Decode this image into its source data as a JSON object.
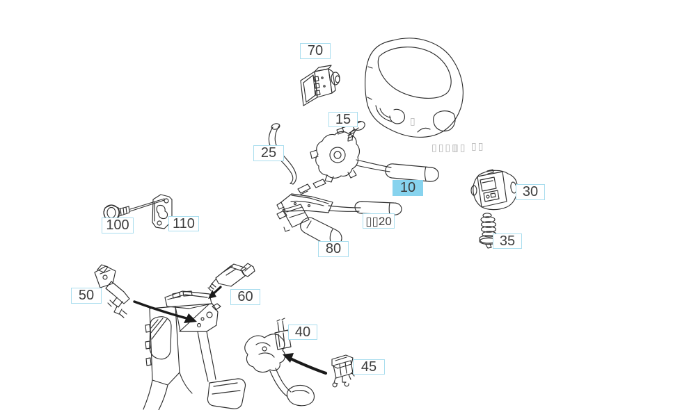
{
  "callouts": [
    {
      "id": "70",
      "label": "70",
      "highlighted": false
    },
    {
      "id": "15",
      "label": "15",
      "highlighted": false
    },
    {
      "id": "25",
      "label": "25",
      "highlighted": false
    },
    {
      "id": "10",
      "label": "10",
      "highlighted": true
    },
    {
      "id": "30",
      "label": "30",
      "highlighted": false
    },
    {
      "id": "35",
      "label": "35",
      "highlighted": false
    },
    {
      "id": "100",
      "label": "100",
      "highlighted": false
    },
    {
      "id": "110",
      "label": "110",
      "highlighted": false
    },
    {
      "id": "20",
      "label": "▯▯20",
      "highlighted": false
    },
    {
      "id": "80",
      "label": "80",
      "highlighted": false
    },
    {
      "id": "50",
      "label": "50",
      "highlighted": false
    },
    {
      "id": "60",
      "label": "60",
      "highlighted": false
    },
    {
      "id": "40",
      "label": "40",
      "highlighted": false
    },
    {
      "id": "45",
      "label": "45",
      "highlighted": false
    }
  ],
  "placeholders": {
    "wheel_mark": "▯",
    "row_left": "▯▯▯▯",
    "row_mid": "▯▯",
    "row_right": "▯▯"
  },
  "colors": {
    "background": "#ffffff",
    "line_art": "#2e2e2e",
    "arrow_black": "#1a1a1a",
    "callout_border": "#a9ddee",
    "callout_background": "#ffffff",
    "highlight_background": "#87d3ee",
    "callout_text": "#3c3c3c",
    "placeholder_gray": "#b3b3b3"
  }
}
